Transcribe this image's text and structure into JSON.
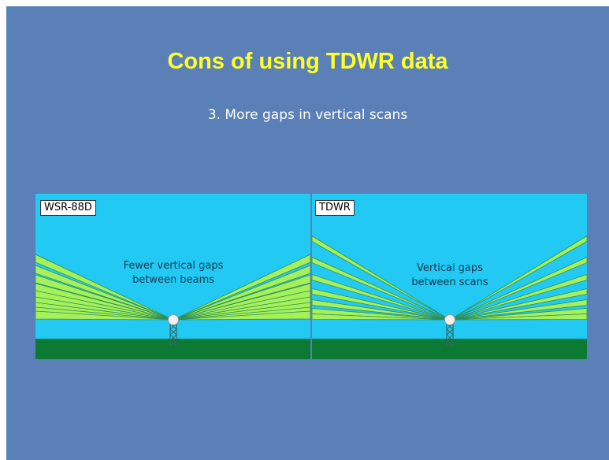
{
  "slide": {
    "title": "Cons of using TDWR data",
    "subtitle": "3. More gaps in vertical scans"
  },
  "colors": {
    "background": "#5b80b8",
    "title": "#ffff29",
    "sky": "#22c9f2",
    "ground": "#0c7a32",
    "beam": "#a6f05a",
    "beam_edge": "#2f8f5a"
  },
  "panels": {
    "wsr": {
      "label": "WSR-88D",
      "annotation_line1": "Fewer vertical gaps",
      "annotation_line2": "between beams"
    },
    "tdwr": {
      "label": "TDWR",
      "annotation_line1": "Vertical gaps",
      "annotation_line2": "between scans"
    }
  }
}
